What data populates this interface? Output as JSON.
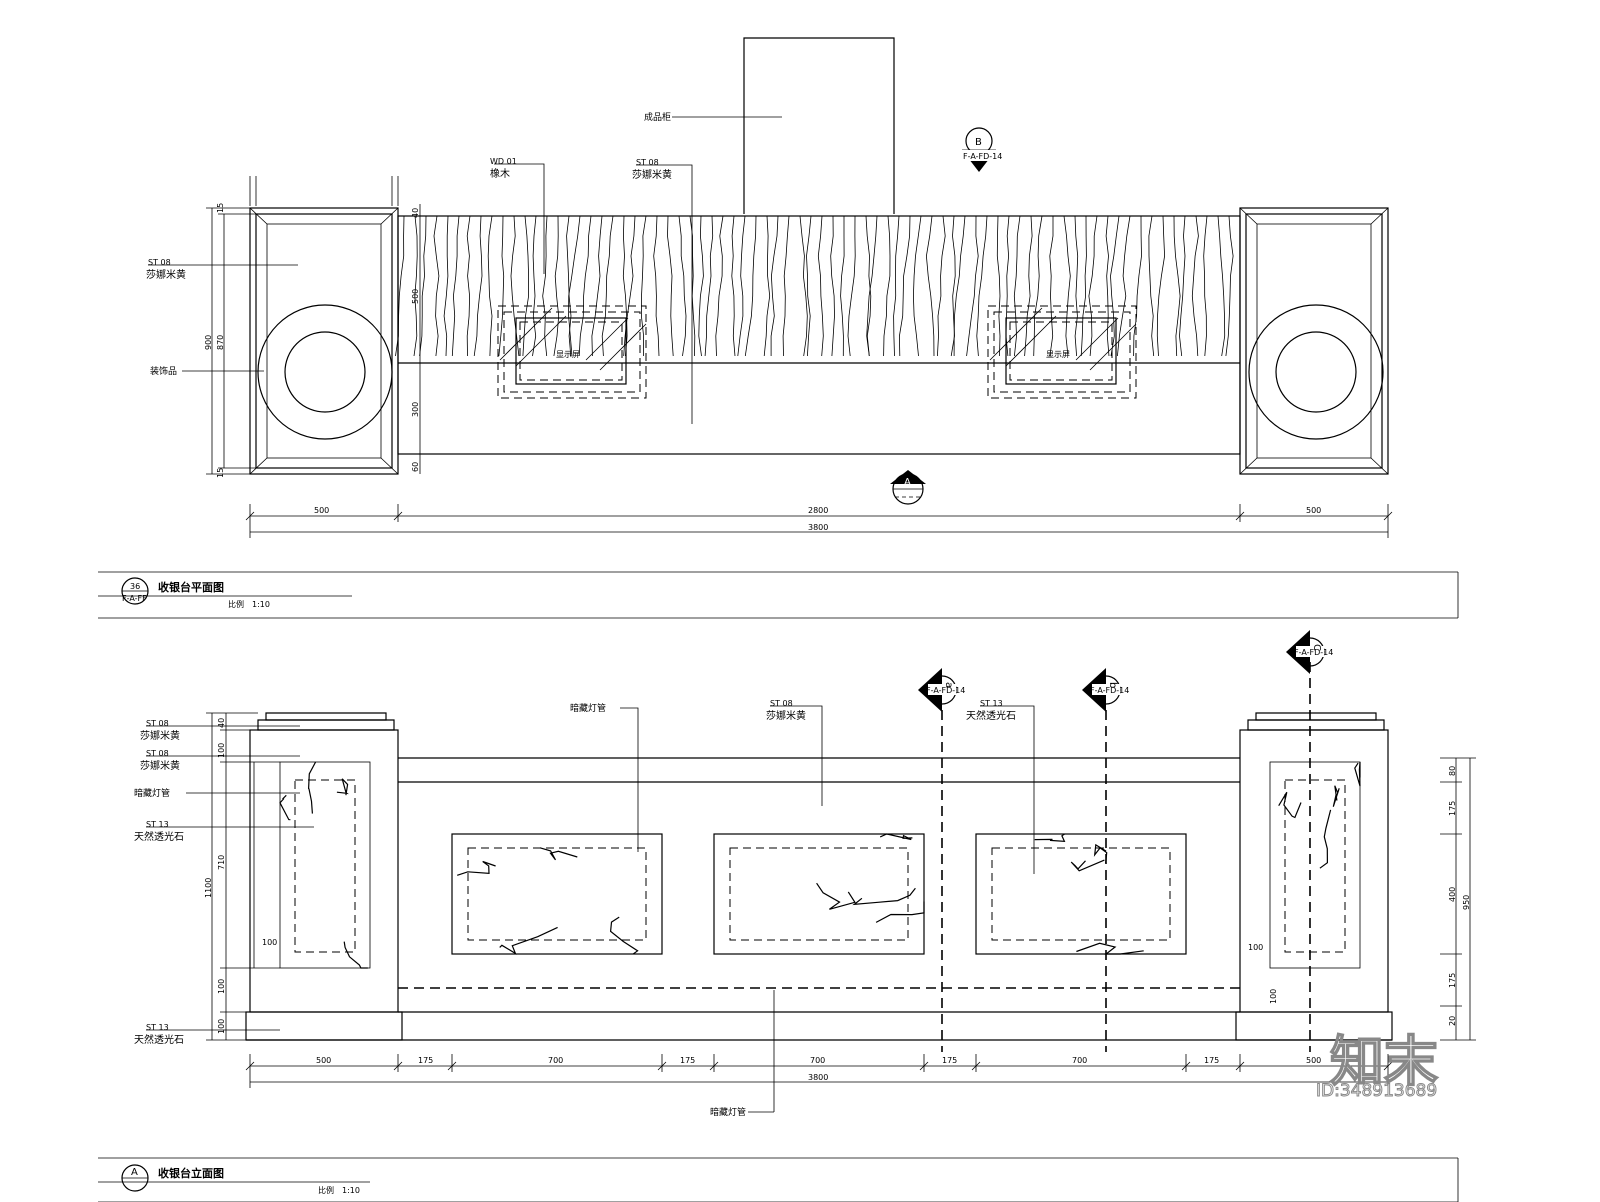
{
  "plan": {
    "labels": {
      "cabinet": "成品柜",
      "wood_code": "WD 01",
      "wood_name": "橡木",
      "stone_code_top": "ST 08",
      "stone_name_top": "莎娜米黄",
      "stone_code_left": "ST 08",
      "stone_name_left": "莎娜米黄",
      "decor": "装饰品",
      "screen_left": "显示屏",
      "screen_right": "显示屏"
    },
    "dims": {
      "left": "500",
      "middle": "2800",
      "right": "500",
      "total": "3800",
      "height_outer": "900",
      "height_inner": "870",
      "top_band": "40",
      "upper": "500",
      "lower": "300",
      "bottom_band": "60",
      "small_top": "15",
      "small_bot": "15"
    },
    "markers": {
      "b_letter": "B",
      "b_ref": "F-A-FD-14",
      "a_letter": "A"
    },
    "title": {
      "marker_num": "36",
      "marker_ref": "F-A-FF",
      "name": "收银台平面图",
      "scale_label": "比例",
      "scale_value": "1:10"
    }
  },
  "elevation": {
    "labels": {
      "l1_code": "ST 08",
      "l1_name": "莎娜米黄",
      "l2_code": "ST 08",
      "l2_name": "莎娜米黄",
      "l3": "暗藏灯管",
      "l4_code": "ST 13",
      "l4_name": "天然透光石",
      "l5_code": "ST 13",
      "l5_name": "天然透光石",
      "led_top": "暗藏灯管",
      "mid_code": "ST 08",
      "mid_name": "莎娜米黄",
      "right_code": "ST 13",
      "right_name": "天然透光石",
      "led_bottom": "暗藏灯管"
    },
    "markers": {
      "a_letter": "a",
      "a_ref": "F-A-FD-14",
      "b_letter": "b",
      "b_ref": "F-A-FD-14",
      "c_letter": "C",
      "c_ref": "F-A-FD-14"
    },
    "dims_bottom": [
      "500",
      "175",
      "700",
      "175",
      "700",
      "175",
      "700",
      "175",
      "500"
    ],
    "dim_total": "3800",
    "dims_left": {
      "overall": "1100",
      "top": "40",
      "second": "100",
      "middle": "710",
      "lower": "100",
      "base": "100",
      "inner": "100"
    },
    "dims_right": {
      "overall": "950",
      "a": "80",
      "b": "175",
      "c": "400",
      "d": "175",
      "e": "20",
      "side_a": "100",
      "side_b": "100"
    },
    "title": {
      "marker_letter": "A",
      "name": "收银台立面图",
      "scale_label": "比例",
      "scale_value": "1:10"
    }
  },
  "watermark": {
    "brand": "知末",
    "id": "ID:348913689"
  }
}
